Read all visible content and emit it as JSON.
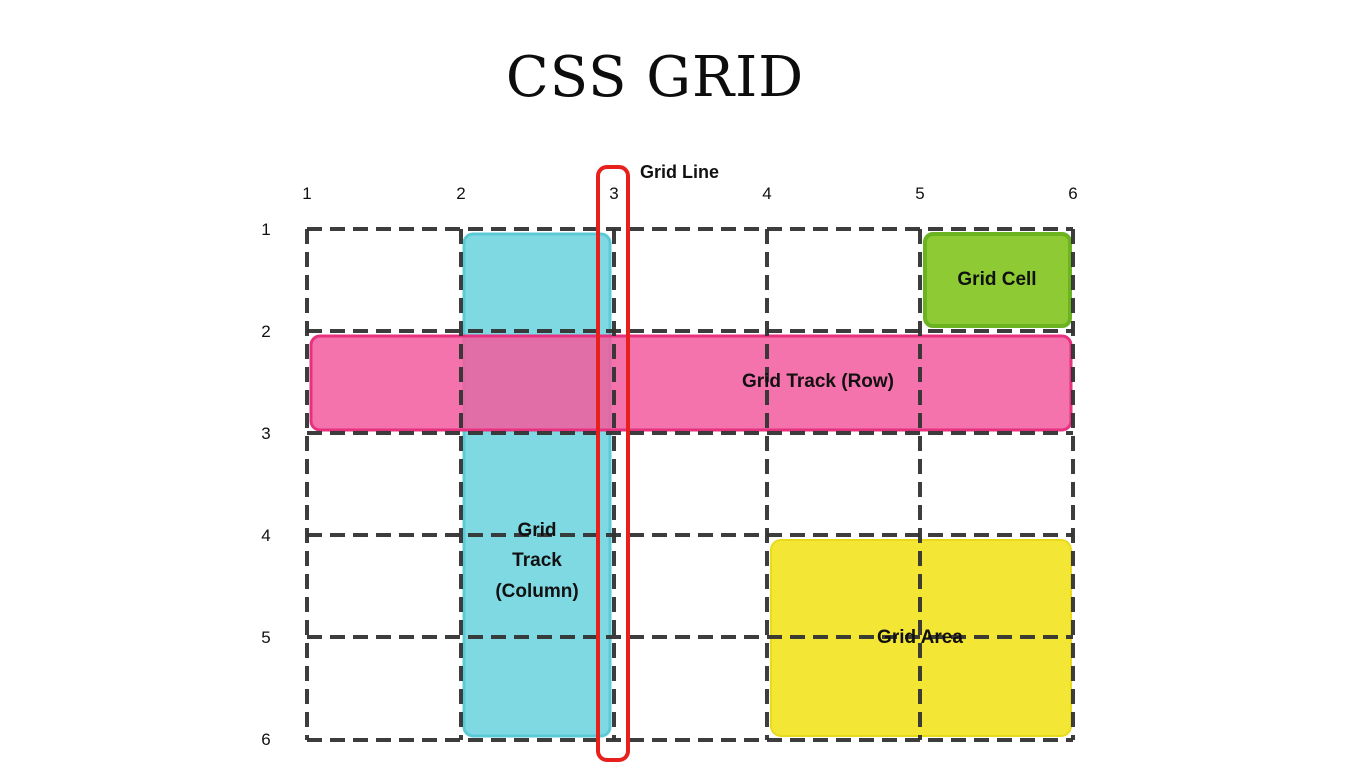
{
  "title": "CSS GRID",
  "column_line_numbers": [
    "1",
    "2",
    "3",
    "4",
    "5",
    "6"
  ],
  "row_line_numbers": [
    "1",
    "2",
    "3",
    "4",
    "5",
    "6"
  ],
  "grid_line_label": "Grid Line",
  "highlights": {
    "cell": {
      "label": "Grid Cell",
      "fill": "#8dca33",
      "stroke": "#6cb322"
    },
    "row_track": {
      "label": "Grid Track (Row)",
      "fill": "#f35a9e",
      "stroke": "#e8307f"
    },
    "column_track": {
      "label_lines": [
        "Grid",
        "Track",
        "(Column)"
      ],
      "fill": "#7fd9e2",
      "stroke": "#5ccad6"
    },
    "area": {
      "label": "Grid Area",
      "fill": "#f3e634",
      "stroke": "#e9db1c"
    },
    "line_marker_color": "#e8201c"
  },
  "grid_line_color": "#333333"
}
